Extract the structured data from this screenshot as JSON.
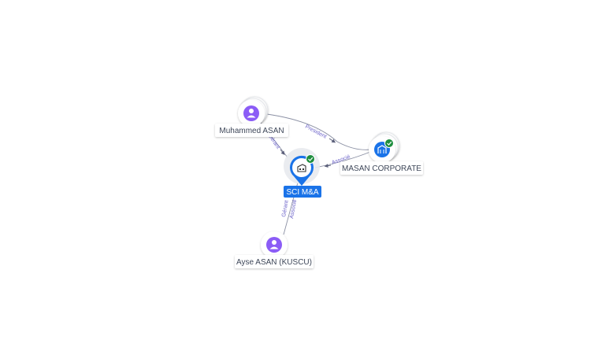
{
  "nodes": {
    "muhammed": {
      "label": "Muhammed ASAN",
      "icon": "person-icon"
    },
    "ayse": {
      "label": "Ayse ASAN (KUSCU)",
      "icon": "person-icon"
    },
    "masan": {
      "label": "MASAN CORPORATE",
      "icon": "building-icon",
      "verified": true
    },
    "sci": {
      "label": "SCI M&A",
      "icon": "building-icon",
      "verified": true
    }
  },
  "edges": {
    "muhammed_masan": "President",
    "muhammed_sci": "Gérant",
    "masan_sci": "Associé",
    "ayse_sci_1": "Gérant",
    "ayse_sci_2": "Associé"
  },
  "colors": {
    "person": "#8b5cf6",
    "company": "#1a73e8",
    "verified": "#1e8e3e",
    "edge": "#8a8fa3",
    "edge_label": "#6b62c9"
  }
}
